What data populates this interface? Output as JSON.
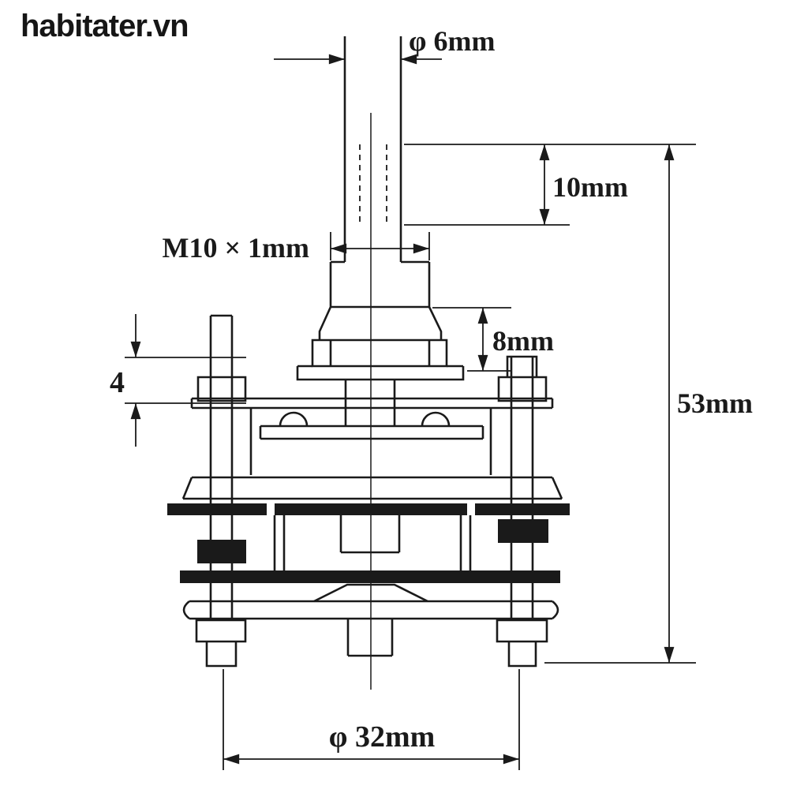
{
  "watermark": "habitater.vn",
  "labels": {
    "shaft_diameter": "φ 6mm",
    "shaft_top_length": "10mm",
    "thread_spec": "M10 × 1mm",
    "bushing_height": "8mm",
    "plate_thickness": "4",
    "overall_height": "53mm",
    "mounting_diameter": "φ 32mm"
  },
  "colors": {
    "line": "#1a1a1a",
    "background": "#ffffff"
  }
}
